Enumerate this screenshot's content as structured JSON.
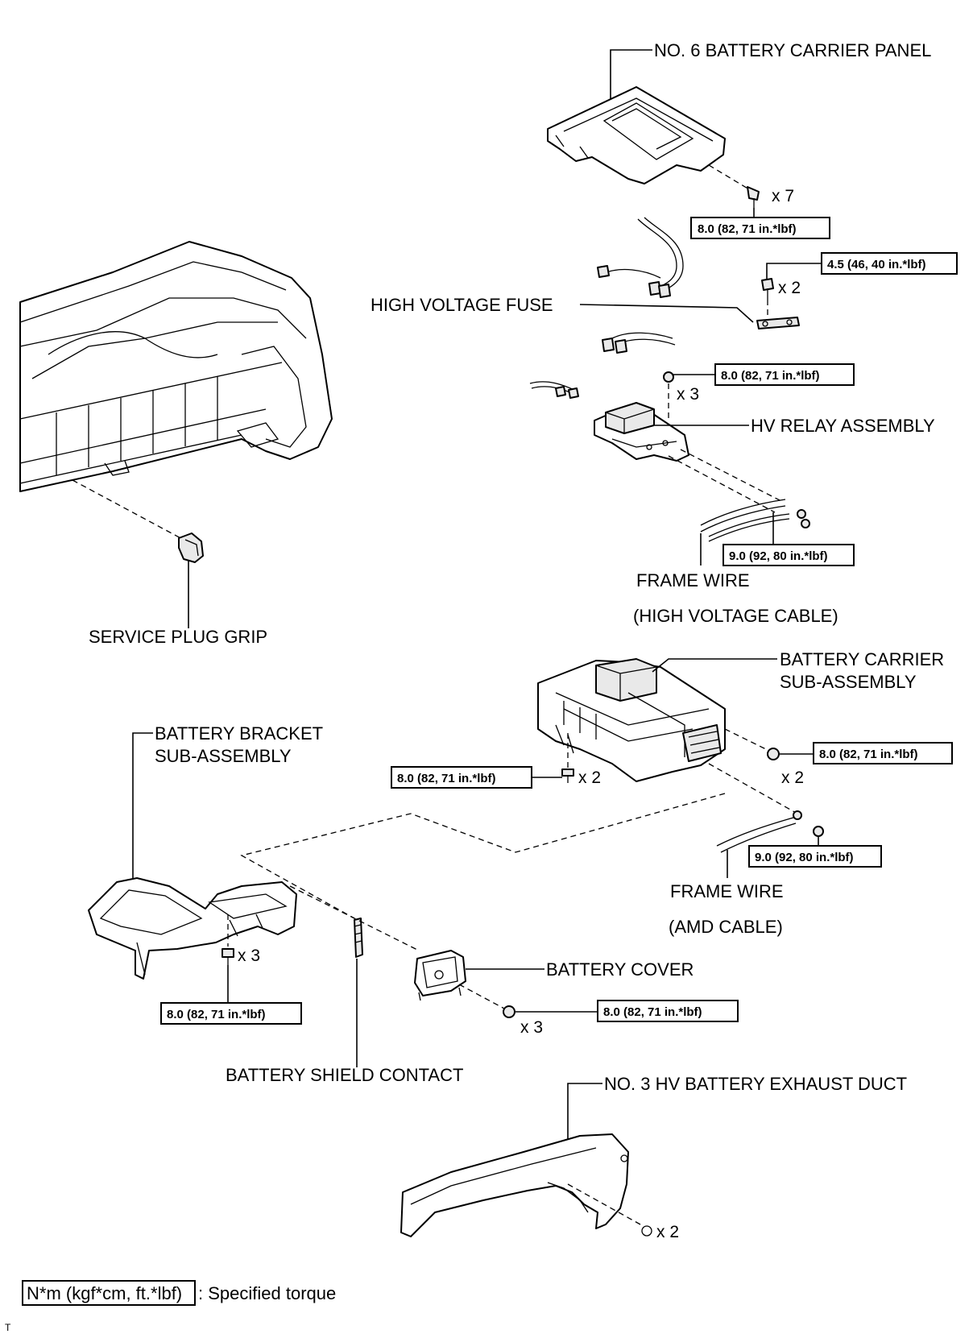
{
  "labels": {
    "carrier_panel": "NO. 6 BATTERY CARRIER PANEL",
    "hv_fuse": "HIGH VOLTAGE FUSE",
    "hv_relay": "HV RELAY ASSEMBLY",
    "frame_wire_1": "FRAME WIRE",
    "hv_cable": "(HIGH VOLTAGE CABLE)",
    "service_plug": "SERVICE PLUG GRIP",
    "carrier_sub_1": "BATTERY CARRIER",
    "carrier_sub_2": "SUB-ASSEMBLY",
    "bracket_1": "BATTERY BRACKET",
    "bracket_2": "SUB-ASSEMBLY",
    "frame_wire_2": "FRAME WIRE",
    "amd_cable": "(AMD CABLE)",
    "battery_cover": "BATTERY COVER",
    "shield_contact": "BATTERY SHIELD CONTACT",
    "exhaust_duct": "NO. 3 HV BATTERY EXHAUST DUCT"
  },
  "torques": {
    "t1": "8.0 (82, 71 in.*lbf)",
    "t2": "4.5 (46, 40 in.*lbf)",
    "t3": "8.0 (82, 71 in.*lbf)",
    "t4": "9.0 (92, 80 in.*lbf)",
    "t5": "8.0 (82, 71 in.*lbf)",
    "t6": "8.0 (82, 71 in.*lbf)",
    "t7": "9.0 (92, 80 in.*lbf)",
    "t8": "8.0 (82, 71 in.*lbf)",
    "t9": "8.0 (82, 71 in.*lbf)"
  },
  "quantities": {
    "q1": "x 7",
    "q2": "x 2",
    "q3": "x 3",
    "q4": "x 2",
    "q5": "x 2",
    "q6": "x 3",
    "q7": "x 3",
    "q8": "x 2"
  },
  "legend": {
    "unit": "N*m (kgf*cm, ft.*lbf)",
    "text": ": Specified torque"
  },
  "corner_mark": "T"
}
